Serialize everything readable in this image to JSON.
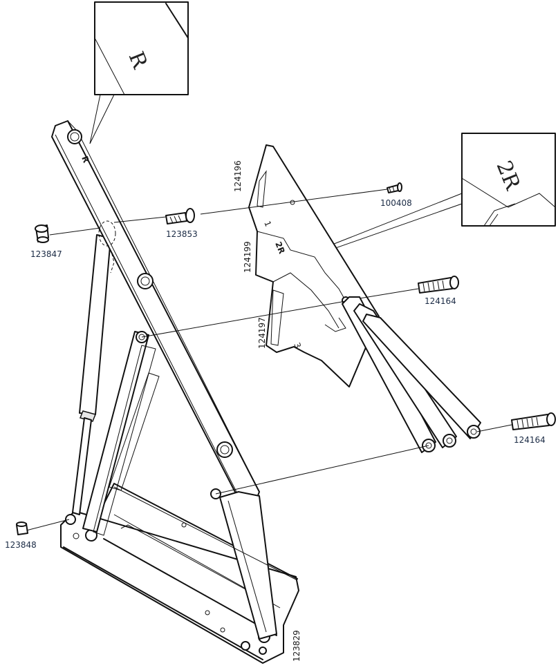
{
  "detail_r": {
    "text": "R"
  },
  "detail_2r": {
    "text": "2R"
  },
  "arm_marking": "R",
  "parts": {
    "p123847": "123847",
    "p123853": "123853",
    "p124196": "124196",
    "p100408": "100408",
    "p124199": "124199",
    "p124164a": "124164",
    "p124197": "124197",
    "p124164b": "124164",
    "p123848": "123848",
    "p123829": "123829"
  }
}
